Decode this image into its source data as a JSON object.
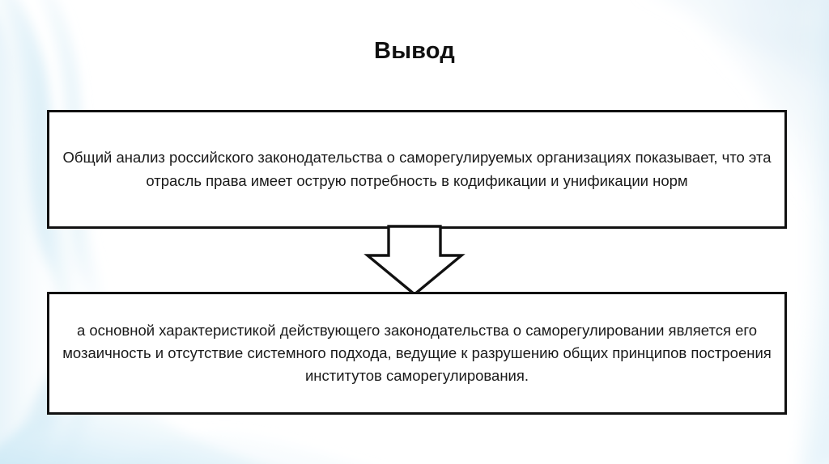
{
  "slide": {
    "title": "Вывод",
    "background_color": "#ffffff",
    "accent_color": "#bfe0f0",
    "border_color": "#111111",
    "text_color": "#1a1a1a"
  },
  "boxes": [
    {
      "id": "box-top",
      "name": "conclusion-box-premise",
      "text": "Общий анализ российского законодательства о саморегулируемых организациях показывает, что эта отрасль права имеет острую потребность в кодификации и унификации норм"
    },
    {
      "id": "box-bottom",
      "name": "conclusion-box-result",
      "text": "а основной характеристикой действующего законодательства о саморегулировании является его мозаичность и отсутствие системного подхода, ведущие к разрушению общих принципов построения институтов саморегулирования."
    }
  ],
  "connector": {
    "icon": "down-block-arrow-icon",
    "direction": "down",
    "fill": "#ffffff",
    "stroke": "#111111"
  }
}
